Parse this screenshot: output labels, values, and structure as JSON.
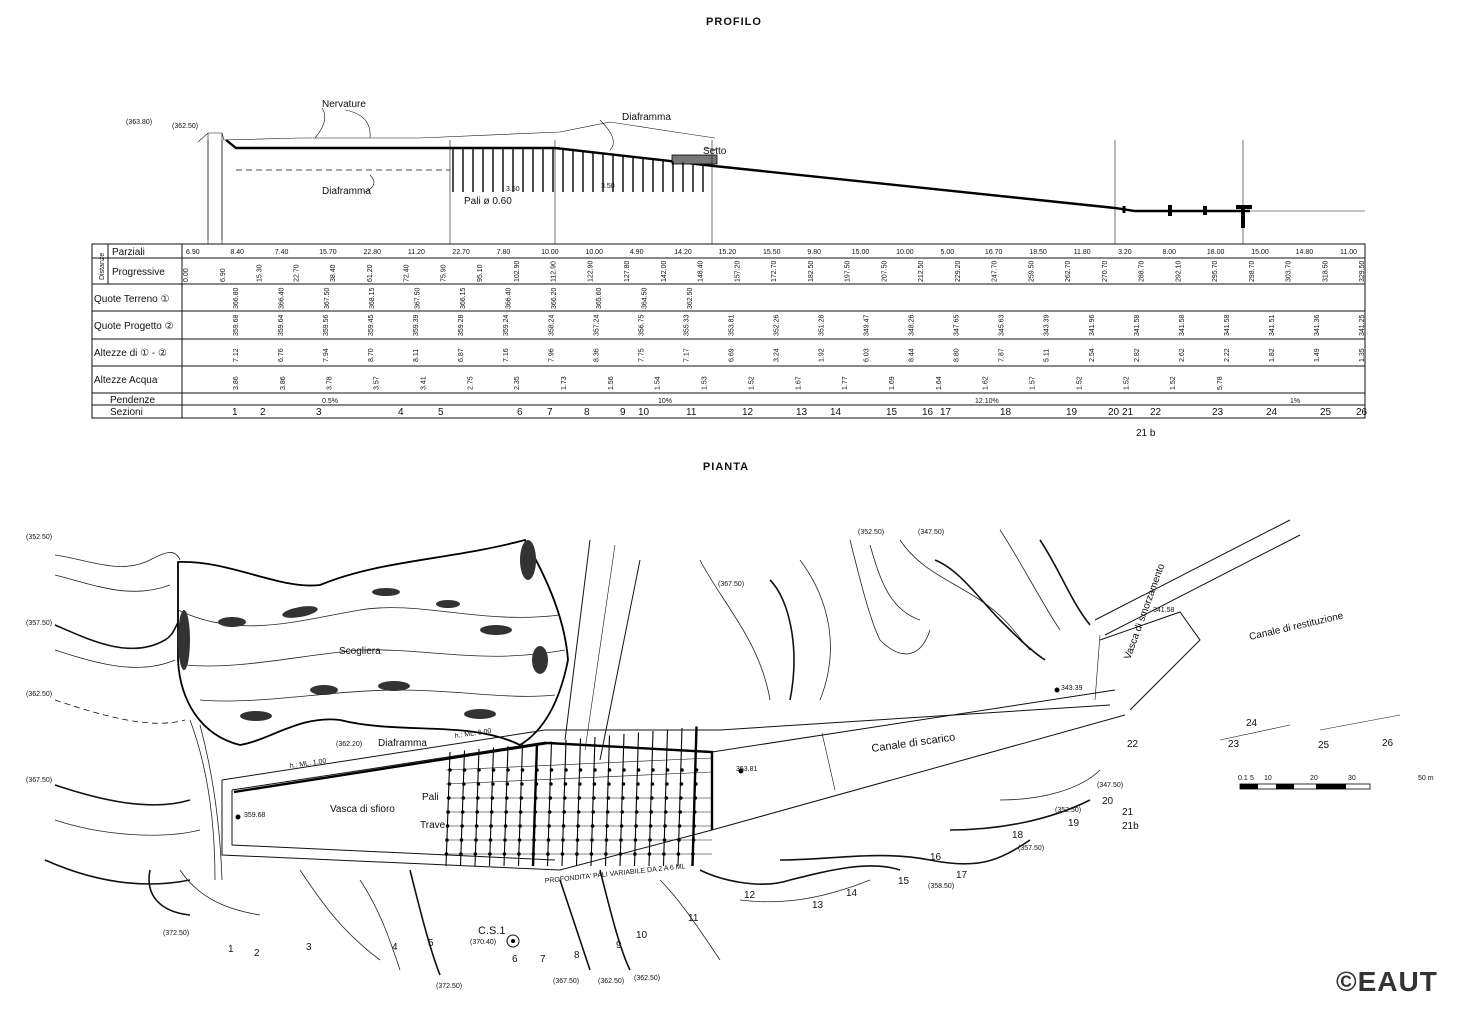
{
  "profile": {
    "title": "PROFILO",
    "labels": {
      "nervature": "Nervature",
      "diaframma_top": "Diaframma",
      "diaframma_bottom": "Diaframma",
      "setto": "Setto",
      "pali": "Pali ø 0.60",
      "elev1": "(363.80)",
      "elev2": "(362.50)",
      "dim1": "3.50",
      "dim2": "3.50"
    },
    "table": {
      "group_label": "Distanze",
      "rows": {
        "parziali": "Parziali",
        "progressive": "Progressive",
        "quote_terreno": "Quote Terreno ①",
        "quote_progetto": "Quote Progetto ②",
        "altezze": "Altezze di ① - ②",
        "altezze_acqua": "Altezze Acqua",
        "pendenze": "Pendenze",
        "sezioni": "Sezioni"
      },
      "parziali": [
        "6.90",
        "8.40",
        "7.40",
        "15.70",
        "22.80",
        "11.20",
        "22.70",
        "7.80",
        "10.00",
        "10.00",
        "4.90",
        "14.20",
        "15.20",
        "15.50",
        "9.80",
        "15.00",
        "10.00",
        "5.00",
        "16.70",
        "18.50",
        "11.80",
        "3.20",
        "8.00",
        "18.00",
        "15.00",
        "14.80",
        "11.00"
      ],
      "progressive": [
        "0.00",
        "6.90",
        "15.30",
        "22.70",
        "38.40",
        "61.20",
        "72.40",
        "75.90",
        "95.10",
        "102.90",
        "112.90",
        "122.90",
        "127.80",
        "142.00",
        "148.40",
        "157.20",
        "172.70",
        "182.50",
        "197.50",
        "207.50",
        "212.50",
        "229.20",
        "247.70",
        "259.50",
        "262.70",
        "270.70",
        "288.70",
        "292.10",
        "295.70",
        "298.70",
        "303.70",
        "318.50",
        "329.50"
      ],
      "quote_terreno": [
        "366.80",
        "366.40",
        "367.50",
        "368.15",
        "367.50",
        "366.15",
        "366.40",
        "366.20",
        "365.60",
        "364.50",
        "362.50"
      ],
      "quote_progetto": [
        "359.68",
        "359.64",
        "359.56",
        "359.45",
        "359.39",
        "359.28",
        "359.24",
        "358.24",
        "357.24",
        "356.75",
        "355.33",
        "353.81",
        "352.26",
        "351.28",
        "349.47",
        "348.26",
        "347.65",
        "345.63",
        "343.39",
        "341.96",
        "341.58",
        "341.58",
        "341.58",
        "341.51",
        "341.36",
        "341.25"
      ],
      "altezze": [
        "7.12",
        "6.76",
        "7.94",
        "8.70",
        "8.11",
        "6.87",
        "7.16",
        "7.96",
        "8.36",
        "7.75",
        "7.17",
        "6.69",
        "3.24",
        "1.92",
        "6.03",
        "8.44",
        "8.80",
        "7.87",
        "5.11",
        "2.54",
        "2.82",
        "2.62",
        "2.22",
        "1.82",
        "1.49",
        "1.35"
      ],
      "altezze_acqua": [
        "3.86",
        "3.86",
        "3.78",
        "3.57",
        "3.41",
        "2.75",
        "2.35",
        "1.73",
        "1.56",
        "1.54",
        "1.53",
        "1.52",
        "1.67",
        "1.77",
        "1.69",
        "1.64",
        "1.62",
        "1.57",
        "1.52",
        "1.52",
        "1.52",
        "5.78"
      ],
      "pendenze": [
        "0.5%",
        "10%",
        "12.10%",
        "1%"
      ],
      "sezioni": [
        "1",
        "2",
        "3",
        "4",
        "5",
        "6",
        "7",
        "8",
        "9",
        "10",
        "11",
        "12",
        "13",
        "14",
        "15",
        "16",
        "17",
        "18",
        "19",
        "20",
        "21",
        "22",
        "23",
        "24",
        "25",
        "26"
      ],
      "sezione_extra": "21 b"
    }
  },
  "plan": {
    "title": "PIANTA",
    "labels": {
      "scogliera": "Scogliera",
      "diaframma": "Diaframma",
      "vasca_sfioro": "Vasca di sfioro",
      "pali": "Pali",
      "trave": "Trave",
      "canale_scarico": "Canale di scarico",
      "vasca_smorzamento": "Vasca di smorzamento",
      "canale_restituzione": "Canale di restituzione",
      "cs1": "C.S.1",
      "profondita": "PROFONDITA' PALI  VARIABILE DA 2 A 6 ML",
      "hml600": "h.: ML. 6.00",
      "hml100": "h.: ML. 1.00"
    },
    "elevations": [
      "(352.50)",
      "(357.50)",
      "(362.50)",
      "(367.50)",
      "(372.50)",
      "(362.20)",
      "(370.40)",
      "(372.50)",
      "(367.50)",
      "(362.50)",
      "(362.50)",
      "(352.50)",
      "(347.50)",
      "(347.50)",
      "(352.50)",
      "(357.50)",
      "(358.50)",
      "(367.50)"
    ],
    "spot_heights": [
      "359.68",
      "353.81",
      "343.39",
      "341.58"
    ],
    "sections": [
      "1",
      "2",
      "3",
      "4",
      "5",
      "6",
      "7",
      "8",
      "9",
      "10",
      "11",
      "12",
      "13",
      "14",
      "15",
      "16",
      "17",
      "18",
      "19",
      "20",
      "21",
      "21b",
      "22",
      "23",
      "24",
      "25",
      "26"
    ],
    "scale": {
      "ticks": [
        "0.1",
        "5",
        "10",
        "20",
        "30",
        "50 m"
      ]
    }
  },
  "watermark": "©EAUT"
}
